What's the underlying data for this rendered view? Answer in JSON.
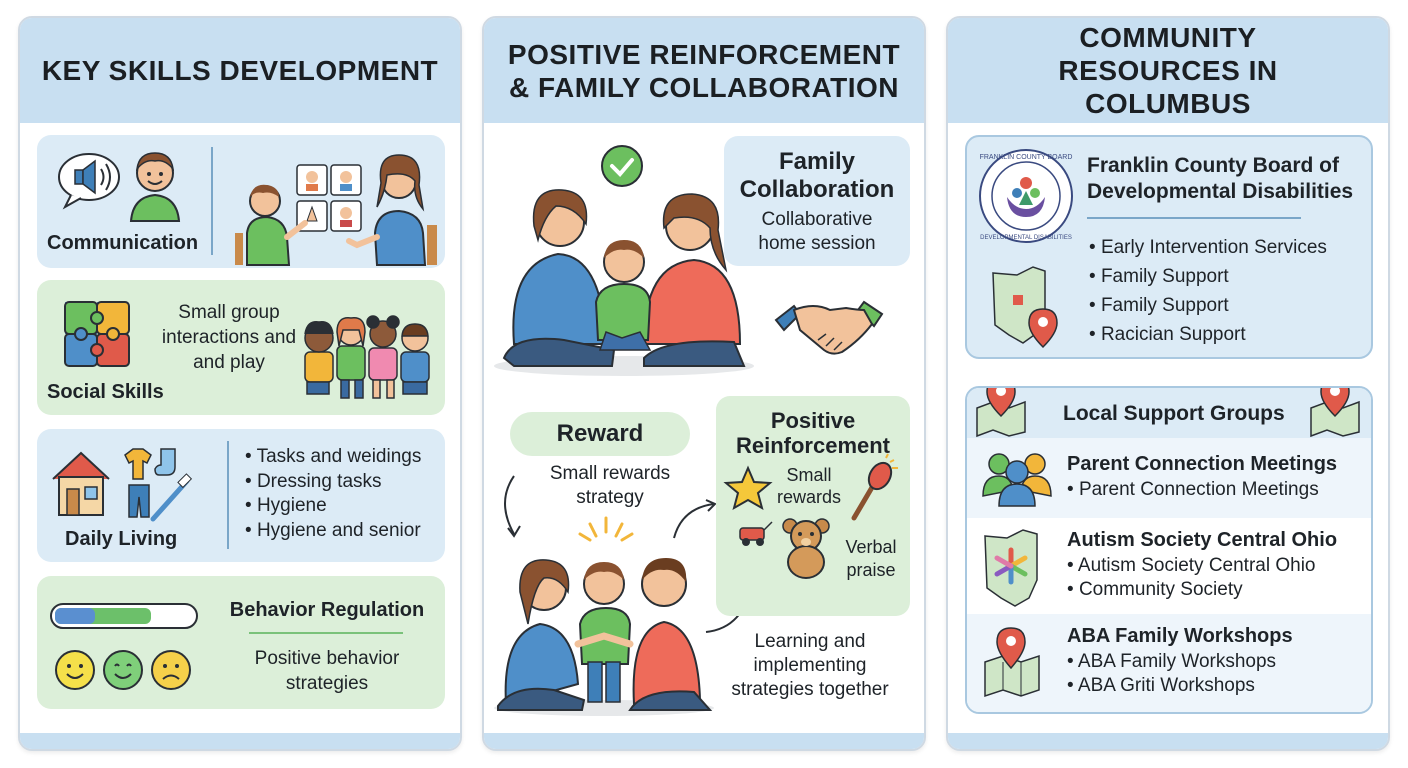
{
  "col1": {
    "title": "KEY SKILLS DEVELOPMENT",
    "communication": {
      "label": "Communication"
    },
    "social": {
      "label": "Social Skills",
      "desc": "Small group interactions and and play"
    },
    "daily": {
      "label": "Daily Living",
      "items": [
        "Tasks and weidings",
        "Dressing tasks",
        "Hygiene",
        "Hygiene and senior"
      ]
    },
    "behavior": {
      "label": "Behavior Regulation",
      "desc": "Positive behavior strategies"
    }
  },
  "col2": {
    "title": "POSITIVE REINFORCEMENT & FAMILY COLLABORATION",
    "family": {
      "title": "Family Collaboration",
      "desc": "Collaborative home session"
    },
    "reward": {
      "label": "Reward",
      "desc": "Small rewards strategy"
    },
    "positive": {
      "title": "Positive Reinforcement",
      "small_rewards": "Small rewards",
      "verbal": "Verbal praise"
    },
    "learning": "Learning and implementing strategies together"
  },
  "col3": {
    "title": "COMMUNITY RESOURCES IN COLUMBUS",
    "franklin": {
      "title": "Franklin County Board of Developmental Disabilities",
      "seal_text": "FRANKLIN COUNTY BOARD OF DEVELOPMENTAL DISABILITIES",
      "items": [
        "Early Intervention Services",
        "Family Support",
        "Family Support",
        "Racician Support"
      ]
    },
    "groups_title": "Local Support Groups",
    "groups": [
      {
        "title": "Parent Connection Meetings",
        "items": [
          "Parent Connection Meetings"
        ]
      },
      {
        "title": "Autism Society Central Ohio",
        "items": [
          "Autism Society Central Ohio",
          "Community Society"
        ]
      },
      {
        "title": "ABA Family Workshops",
        "items": [
          "ABA Family Workshops",
          "ABA Griti Workshops"
        ]
      }
    ]
  },
  "colors": {
    "header": "#c8dff1",
    "blue_card": "#dcebf6",
    "green_card": "#dcefd9",
    "pin": "#e05040"
  }
}
